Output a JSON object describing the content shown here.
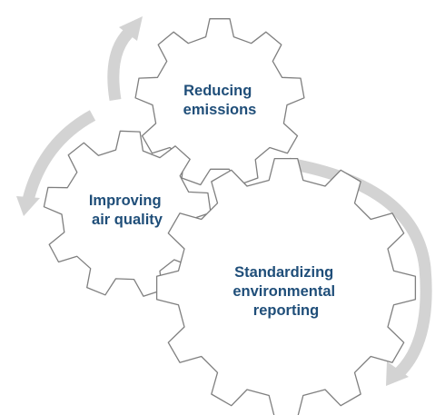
{
  "gears": [
    {
      "id": "reducing-emissions",
      "lines": [
        "Reducing",
        "emissions"
      ]
    },
    {
      "id": "improving-air-quality",
      "lines": [
        "Improving",
        "air quality"
      ]
    },
    {
      "id": "standardizing-reporting",
      "lines": [
        "Standardizing",
        "environmental",
        "reporting"
      ]
    }
  ],
  "colors": {
    "label": "#1f4e79",
    "gear_outline": "#7f7f7f",
    "gear_fill": "#ffffff",
    "arrow": "#d3d3d3"
  }
}
